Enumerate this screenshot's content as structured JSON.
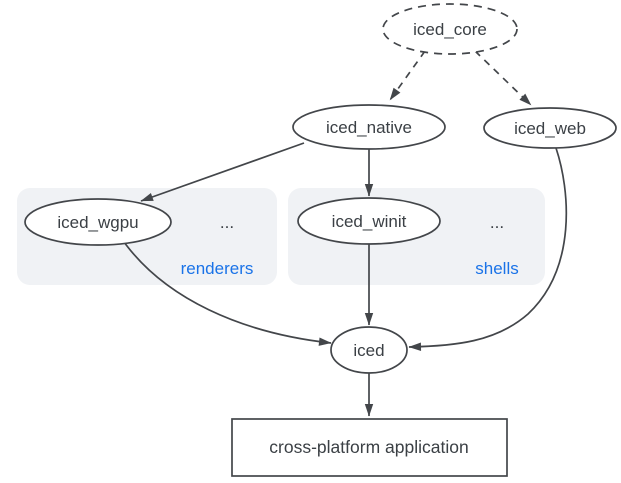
{
  "diagram": {
    "nodes": {
      "iced_core": {
        "label": "iced_core",
        "shape": "dashed-ellipse"
      },
      "iced_native": {
        "label": "iced_native",
        "shape": "ellipse"
      },
      "iced_web": {
        "label": "iced_web",
        "shape": "ellipse"
      },
      "iced_wgpu": {
        "label": "iced_wgpu",
        "shape": "ellipse"
      },
      "iced_winit": {
        "label": "iced_winit",
        "shape": "ellipse"
      },
      "iced": {
        "label": "iced",
        "shape": "ellipse"
      },
      "app": {
        "label": "cross-platform application",
        "shape": "rect"
      }
    },
    "groups": {
      "renderers": {
        "label": "renderers",
        "ellipsis": "..."
      },
      "shells": {
        "label": "shells",
        "ellipsis": "..."
      }
    },
    "edges": [
      {
        "from": "iced_core",
        "to": "iced_native",
        "style": "dashed"
      },
      {
        "from": "iced_core",
        "to": "iced_web",
        "style": "dashed"
      },
      {
        "from": "iced_native",
        "to": "iced_wgpu",
        "style": "solid"
      },
      {
        "from": "iced_native",
        "to": "iced_winit",
        "style": "solid"
      },
      {
        "from": "iced_wgpu",
        "to": "iced",
        "style": "solid"
      },
      {
        "from": "iced_winit",
        "to": "iced",
        "style": "solid"
      },
      {
        "from": "iced_web",
        "to": "iced",
        "style": "solid"
      },
      {
        "from": "iced",
        "to": "app",
        "style": "solid"
      }
    ],
    "colors": {
      "stroke": "#43464a",
      "text": "#3b4045",
      "group_fill": "#f0f2f5",
      "group_label_blue": "#1a73e8",
      "background": "#ffffff"
    }
  }
}
